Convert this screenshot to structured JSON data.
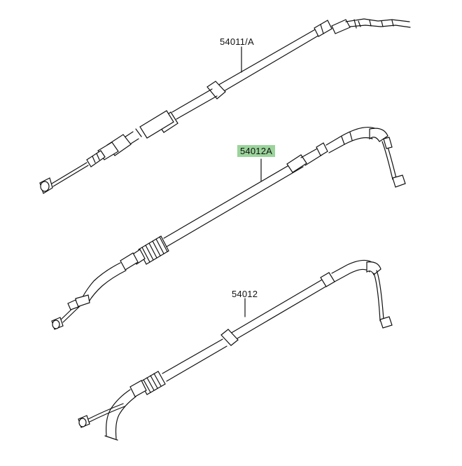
{
  "parts": [
    {
      "ref": "54011/A",
      "highlighted": false
    },
    {
      "ref": "54012A",
      "highlighted": true
    },
    {
      "ref": "54012",
      "highlighted": false
    }
  ],
  "colors": {
    "highlight": "#9bd49b",
    "line": "#111111",
    "background": "#ffffff"
  }
}
